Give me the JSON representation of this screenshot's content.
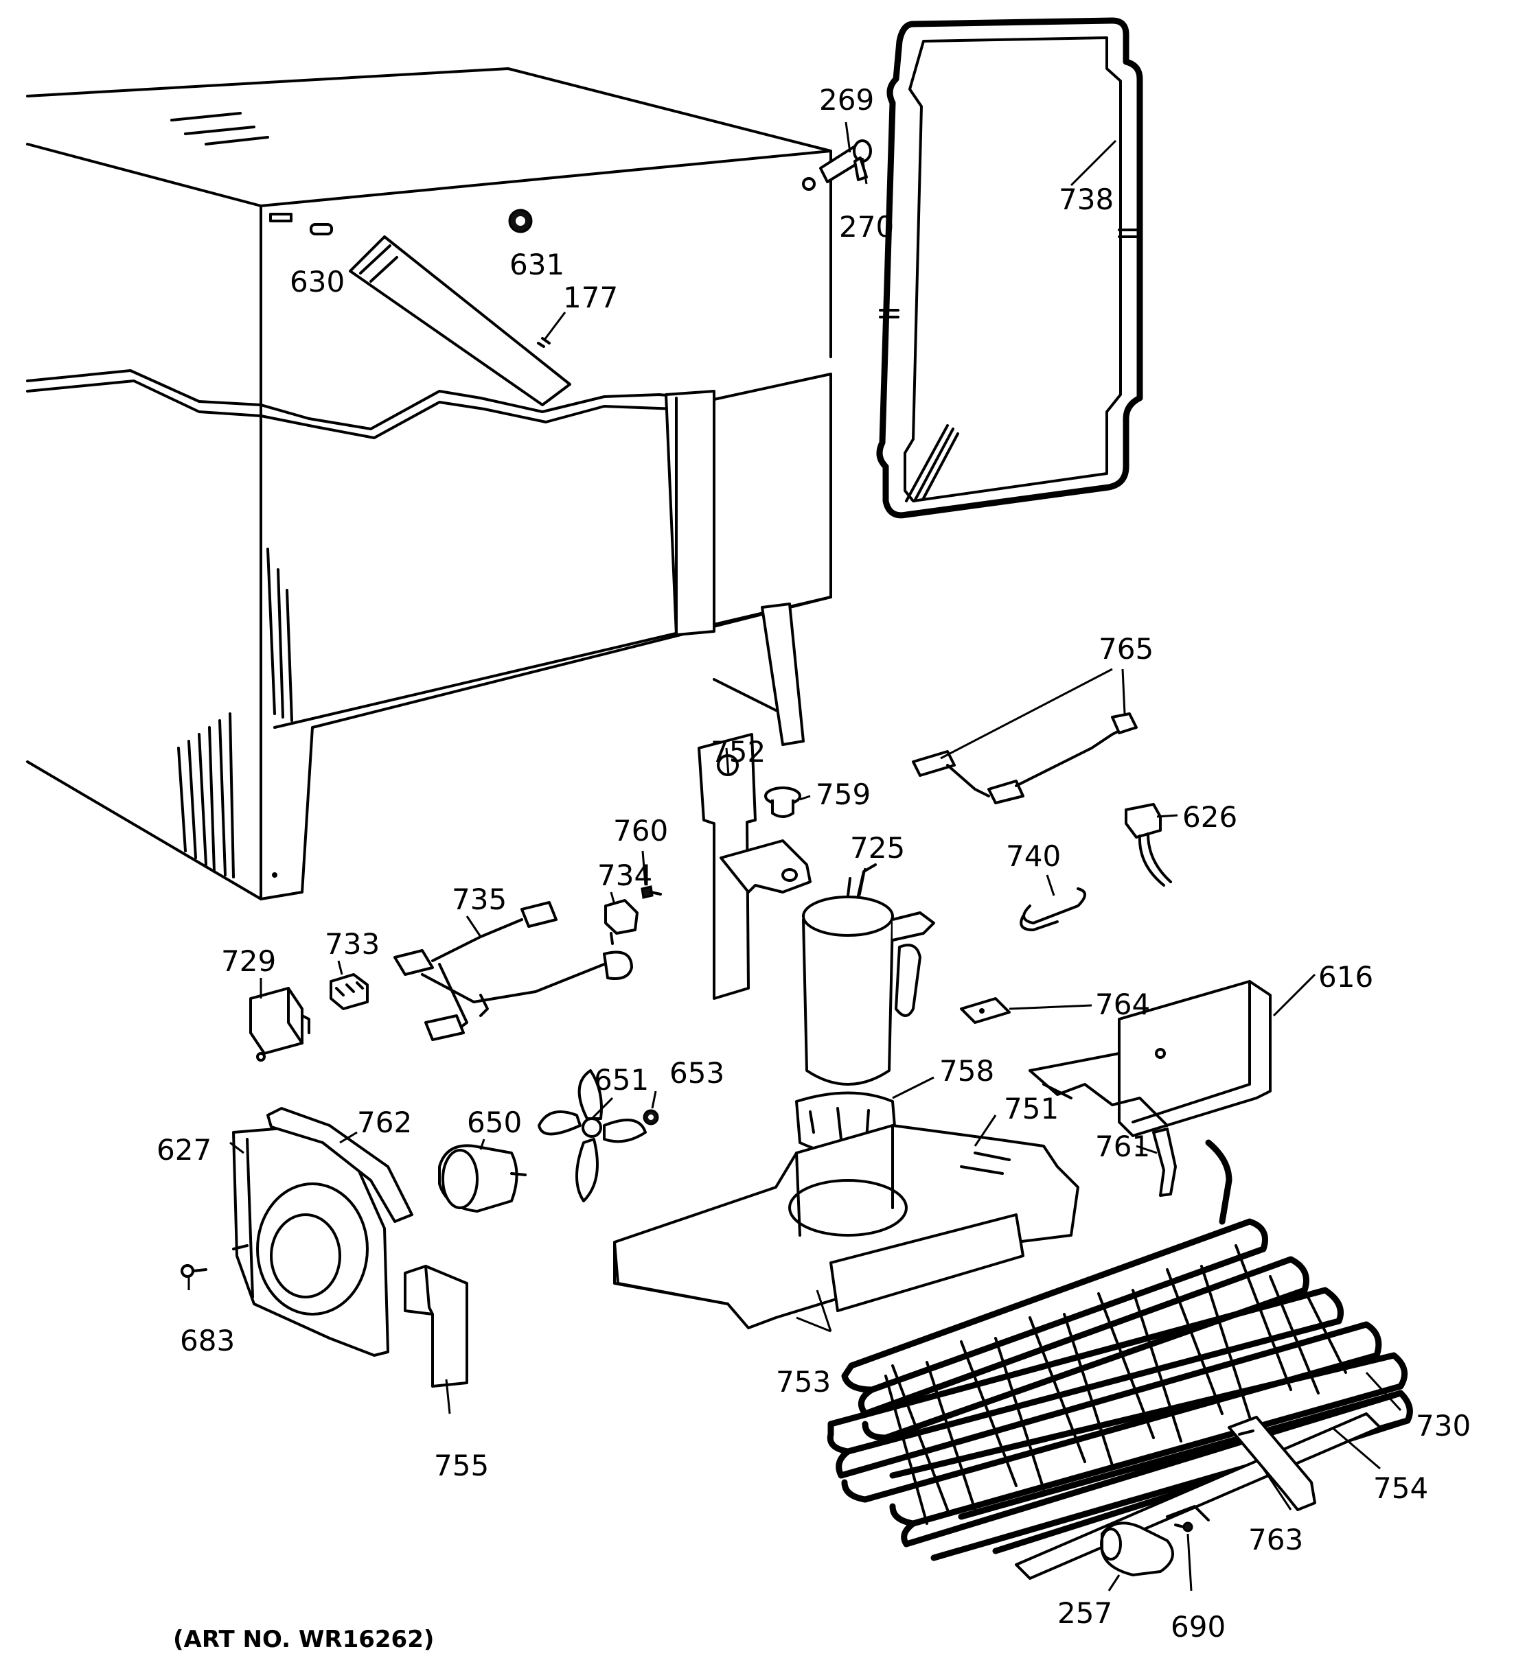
{
  "art_number": "(ART NO. WR16262)",
  "labels": {
    "p177": "177",
    "p257": "257",
    "p269": "269",
    "p270": "270",
    "p616": "616",
    "p626": "626",
    "p627": "627",
    "p630": "630",
    "p631": "631",
    "p650": "650",
    "p651": "651",
    "p653": "653",
    "p683": "683",
    "p690": "690",
    "p725": "725",
    "p729": "729",
    "p730": "730",
    "p733": "733",
    "p734": "734",
    "p735": "735",
    "p738": "738",
    "p740": "740",
    "p751": "751",
    "p752": "752",
    "p753": "753",
    "p754": "754",
    "p755": "755",
    "p758": "758",
    "p759": "759",
    "p760": "760",
    "p761": "761",
    "p762": "762",
    "p763": "763",
    "p764": "764",
    "p765": "765"
  }
}
